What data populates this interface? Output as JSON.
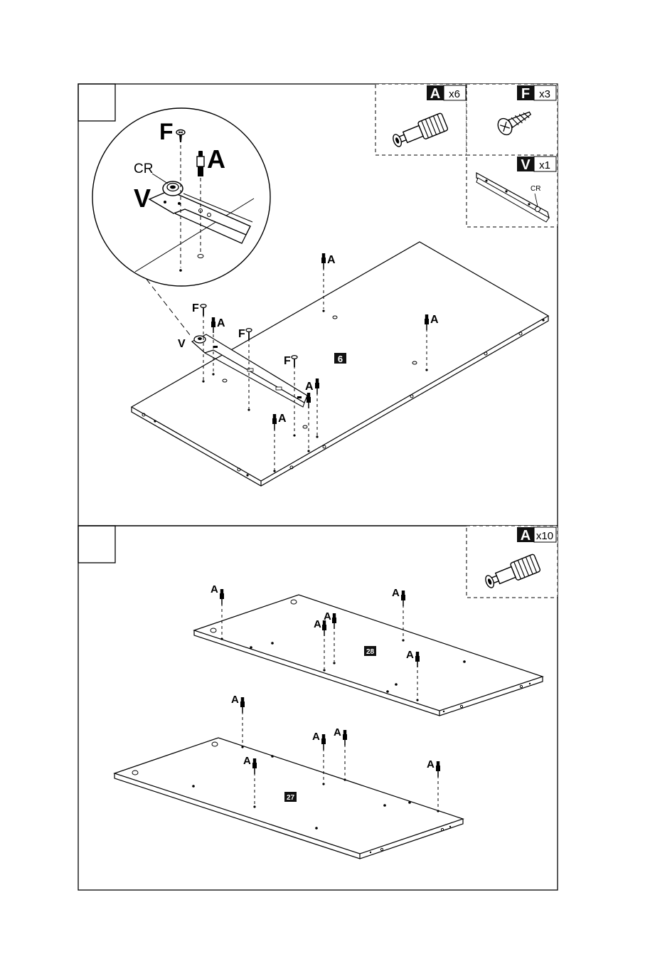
{
  "colors": {
    "ink": "#000000",
    "paper": "#ffffff",
    "label_bg": "#111111"
  },
  "step1": {
    "parts": [
      {
        "letter": "A",
        "qty": "x6"
      },
      {
        "letter": "F",
        "qty": "x3"
      },
      {
        "letter": "V",
        "qty": "x1",
        "sub_label": "CR"
      }
    ],
    "zoom": {
      "labels": {
        "f": "F",
        "a": "A",
        "cr": "CR",
        "v": "V"
      }
    },
    "panel_number": "6",
    "callouts": {
      "a1": "A",
      "a2": "A",
      "a3": "A",
      "a4": "A",
      "a5": "A",
      "f1": "F",
      "f2": "F",
      "f3": "F",
      "v": "V"
    }
  },
  "step2": {
    "parts": [
      {
        "letter": "A",
        "qty": "x10"
      }
    ],
    "upper_panel_number": "28",
    "lower_panel_number": "27",
    "callouts": {
      "u1": "A",
      "u2": "A",
      "u3": "A",
      "u4": "A",
      "u5": "A",
      "l1": "A",
      "l2": "A",
      "l3": "A",
      "l4": "A",
      "l5": "A"
    }
  }
}
